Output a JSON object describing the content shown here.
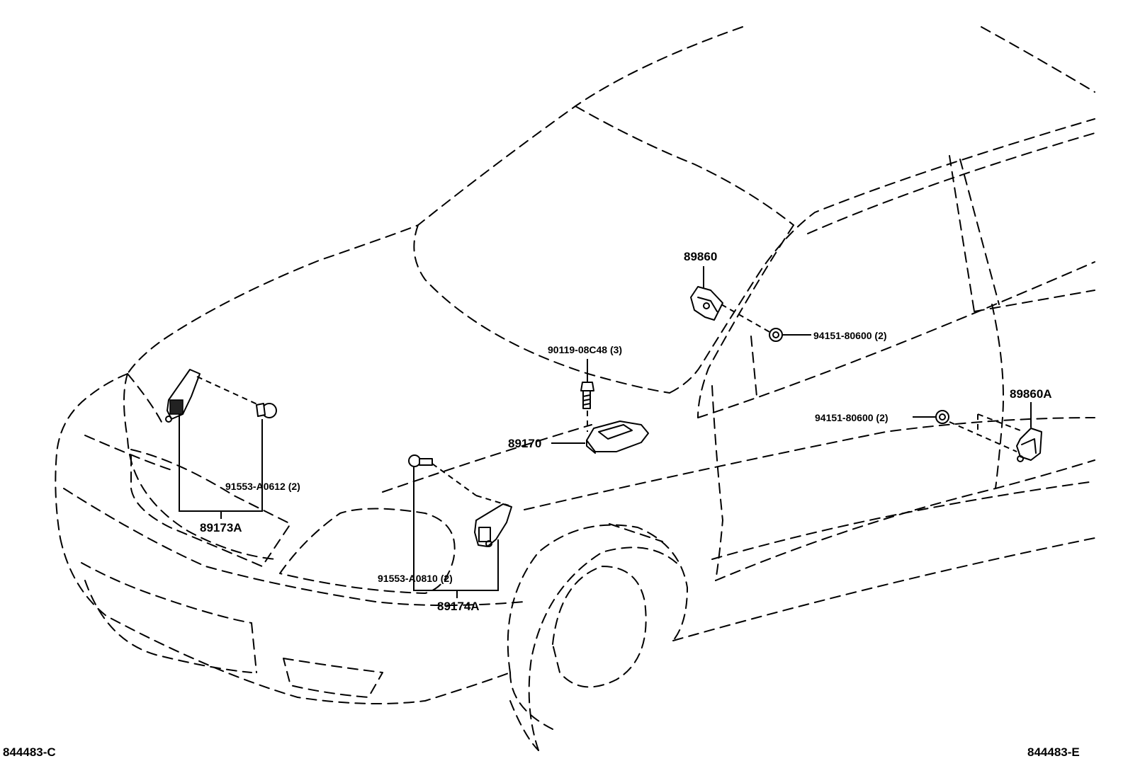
{
  "parts": {
    "p89860": "89860",
    "p94151_a": "94151-80600 (2)",
    "p90119": "90119-08C48 (3)",
    "p89170": "89170",
    "p89860A": "89860A",
    "p94151_b": "94151-80600 (2)",
    "p91553_A0612": "91553-A0612 (2)",
    "p89173A": "89173A",
    "p91553_A0810": "91553-A0810 (2)",
    "p89174A": "89174A"
  },
  "references": {
    "left": "844483-C",
    "right": "844483-E"
  }
}
